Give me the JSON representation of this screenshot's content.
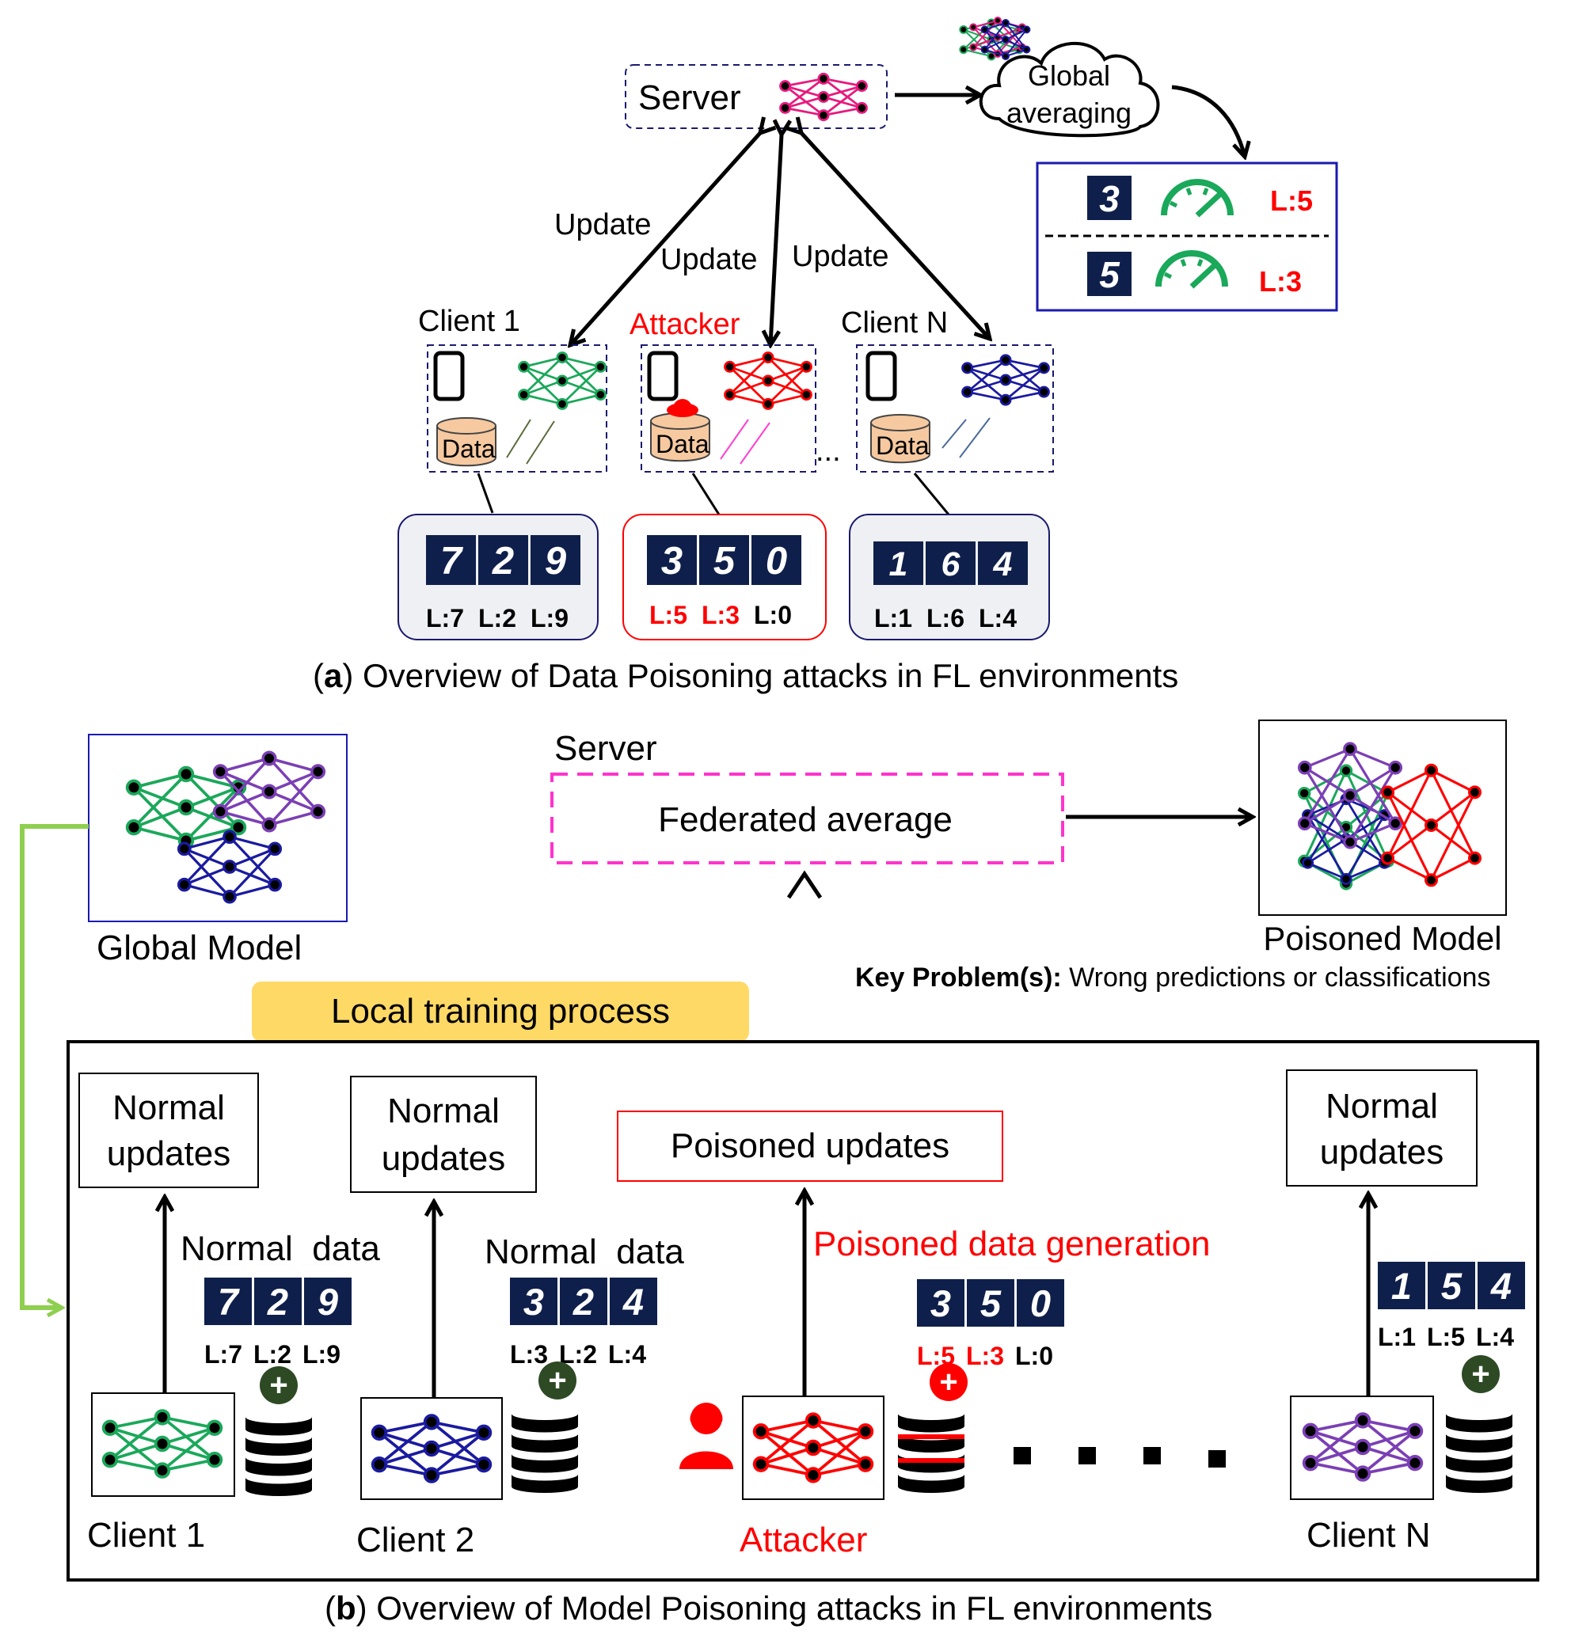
{
  "panel_a": {
    "server_label": "Server",
    "cloud_label_line1": "Global",
    "cloud_label_line2": "averaging",
    "update_labels": [
      "Update",
      "Update",
      "Update"
    ],
    "client1_label": "Client 1",
    "attacker_label": "Attacker",
    "clientN_label": "Client N",
    "data_label": "Data",
    "ellipsis": "...",
    "client1_digits": [
      "7",
      "2",
      "9"
    ],
    "client1_labels": [
      "L:7",
      "L:2",
      "L:9"
    ],
    "attacker_digits": [
      "3",
      "5",
      "0"
    ],
    "attacker_labels": [
      "L:5",
      "L:3",
      "L:0"
    ],
    "clientN_digits": [
      "1",
      "6",
      "4"
    ],
    "clientN_labels": [
      "L:1",
      "L:6",
      "L:4"
    ],
    "result_rows": [
      {
        "digit": "3",
        "label": "L:5"
      },
      {
        "digit": "5",
        "label": "L:3"
      }
    ],
    "caption_letter": "a",
    "caption_text": ") Overview of Data Poisoning attacks in FL environments"
  },
  "panel_b": {
    "global_model_label": "Global Model",
    "server_label": "Server",
    "federated_average": "Federated average",
    "poisoned_model_label": "Poisoned Model",
    "key_problem_bold": "Key Problem(s):",
    "key_problem_text": " Wrong predictions or classifications",
    "local_training": "Local training process",
    "normal_updates_line1": "Normal",
    "normal_updates_line2": "updates",
    "poisoned_updates": "Poisoned updates",
    "normal_data": "Normal  data",
    "poisoned_data_generation": "Poisoned data generation",
    "client1_label": "Client 1",
    "client2_label": "Client 2",
    "attacker_label": "Attacker",
    "clientN_label": "Client N",
    "client1_digits": [
      "7",
      "2",
      "9"
    ],
    "client1_labels": [
      "L:7",
      "L:2",
      "L:9"
    ],
    "client2_digits": [
      "3",
      "2",
      "4"
    ],
    "client2_labels": [
      "L:3",
      "L:2",
      "L:4"
    ],
    "attacker_digits": [
      "3",
      "5",
      "0"
    ],
    "attacker_labels": [
      "L:5",
      "L:3",
      "L:0"
    ],
    "clientN_digits": [
      "1",
      "5",
      "4"
    ],
    "clientN_labels": [
      "L:1",
      "L:5",
      "L:4"
    ],
    "plus": "+",
    "caption_letter": "b",
    "caption_text": ") Overview of Model Poisoning attacks in FL environments"
  },
  "colors": {
    "tile": "#0f1f4b",
    "red": "#ff0000",
    "green_net": "#1aa85a",
    "blue_net": "#1a1aa0",
    "purple_net": "#7b3fb5",
    "pink_net": "#e8197d",
    "magenta_box": "#ff33cc",
    "yellow_label": "#ffd966",
    "data_cylinder": "#f6c9a0",
    "client_box_bg": "#eef0f4",
    "gauge_green": "#1aa85a",
    "feedback_line": "#8fcf4f"
  }
}
